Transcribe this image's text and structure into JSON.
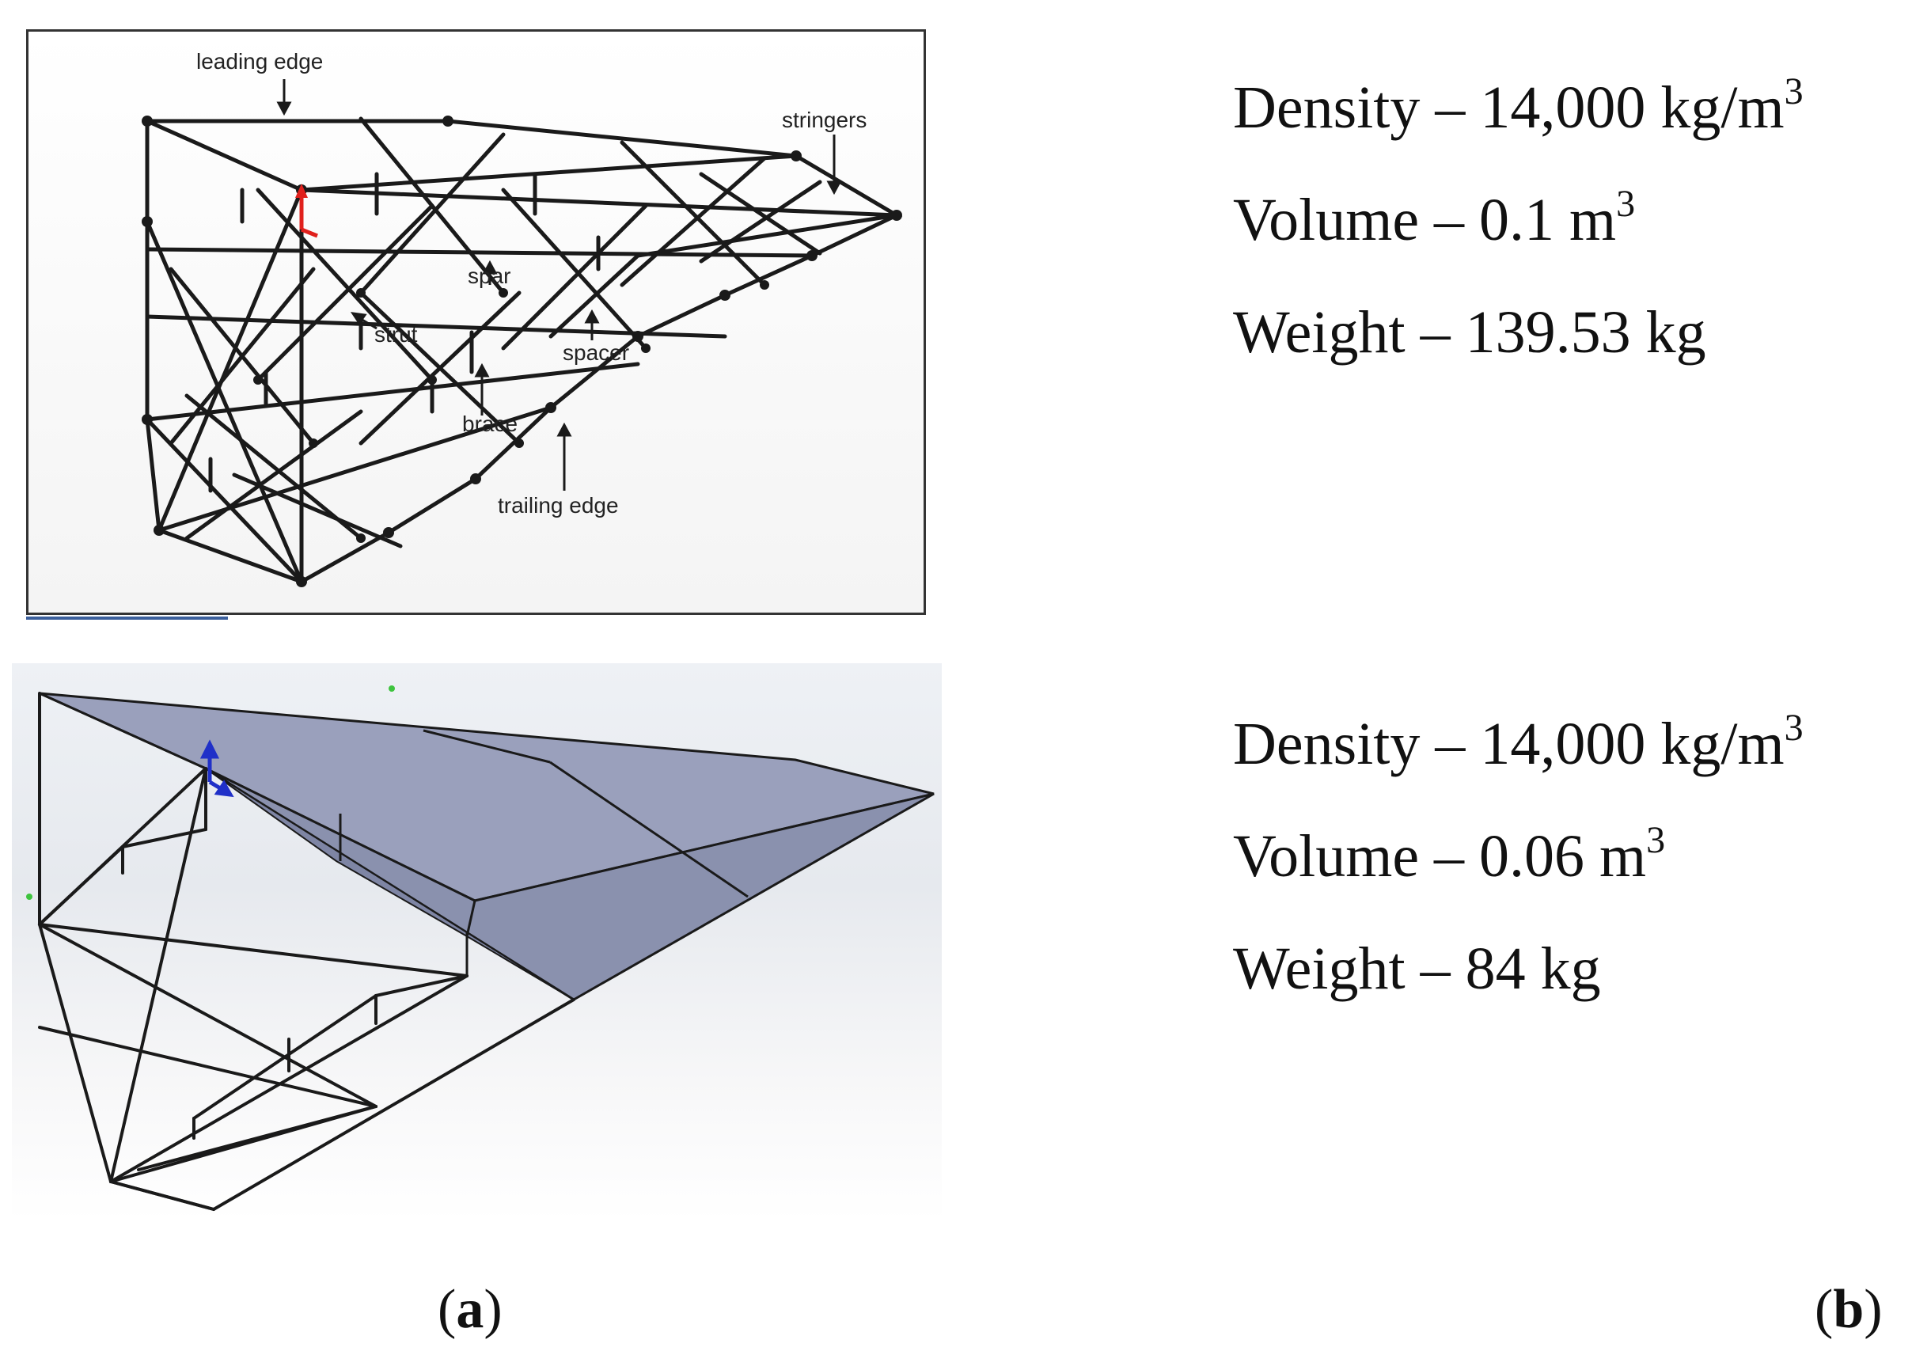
{
  "top_diagram": {
    "labels": {
      "leading_edge": "leading edge",
      "stringers": "stringers",
      "spar": "spar",
      "strut": "strut",
      "spacer": "spacer",
      "brace": "brace",
      "trailing_edge": "trailing edge"
    }
  },
  "specs_a": {
    "density_label": "Density – 14,000 kg/m",
    "density_sup": "3",
    "volume_label": "Volume – 0.1 m",
    "volume_sup": "3",
    "weight_label": "Weight – 139.53 kg"
  },
  "specs_b": {
    "density_label": "Density – 14,000 kg/m",
    "density_sup": "3",
    "volume_label": "Volume – 0.06 m",
    "volume_sup": "3",
    "weight_label": "Weight – 84 kg"
  },
  "captions": {
    "a_open": "(",
    "a_letter": "a",
    "a_close": ")",
    "b_open": "(",
    "b_letter": "b",
    "b_close": ")"
  },
  "colors": {
    "frame_line": "#1a1a1a",
    "skin_fill": "#8c94b2",
    "axis_red": "#e0201c",
    "axis_blue": "#2030c8"
  }
}
